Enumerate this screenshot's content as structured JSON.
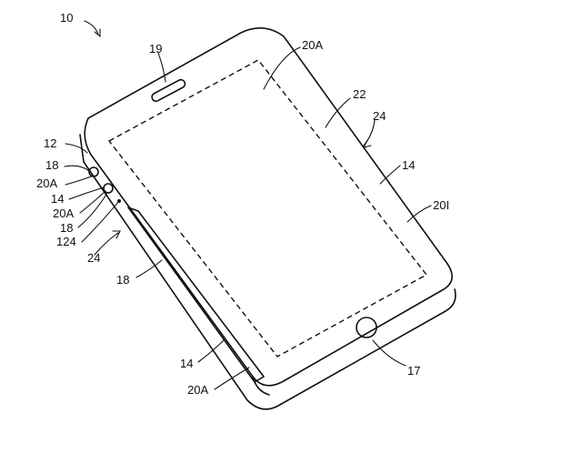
{
  "figure": {
    "labels": {
      "device": "10",
      "speaker": "19",
      "display_top": "20A",
      "housing_22": "22",
      "arrow_24_right": "24",
      "side_14_right": "14",
      "interior_20i": "20I",
      "left_12": "12",
      "left_18_top": "18",
      "left_20a_1": "20A",
      "left_14": "14",
      "left_20a_2": "20A",
      "left_18_2": "18",
      "left_124": "124",
      "arrow_24_left": "24",
      "side_18": "18",
      "bottom_14": "14",
      "bottom_20a": "20A",
      "home_button": "17"
    }
  }
}
